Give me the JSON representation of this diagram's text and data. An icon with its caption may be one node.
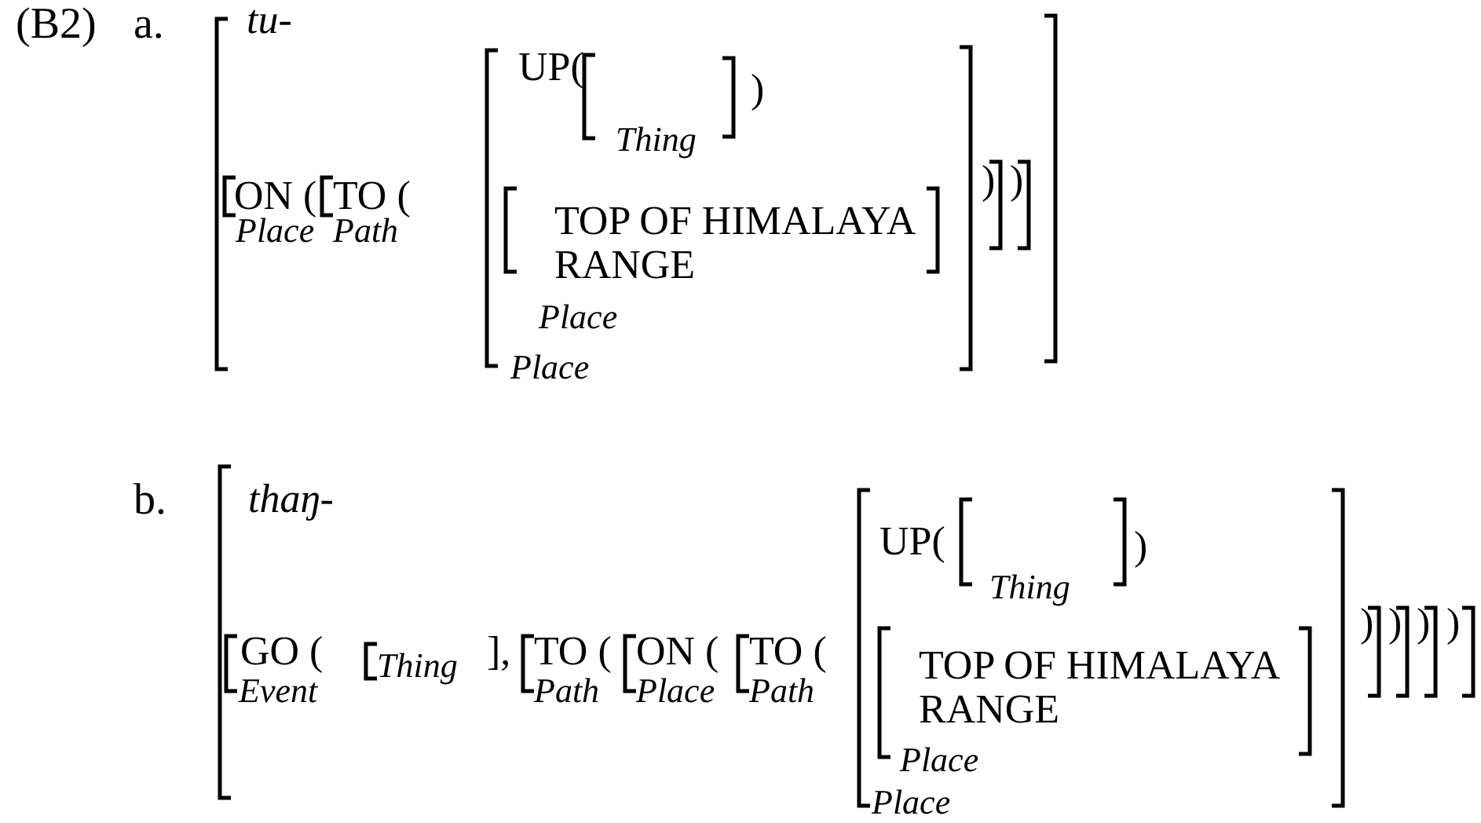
{
  "diagram": {
    "labels": [
      "(B2)",
      "a.",
      "tu-",
      "UP(",
      "Thing",
      ")",
      "ON (",
      "Place",
      "TO (",
      "Path",
      "TOP OF HIMALAYA RANGE",
      "Place",
      ")",
      ")",
      "Place",
      "b.",
      "thaŋ-",
      "UP(",
      "Thing",
      ")",
      "GO (",
      "Event",
      "Thing",
      "],",
      "TO (",
      "Path",
      "ON (",
      "Place",
      "TO (",
      "Path",
      "TOP OF HIMALAYA RANGE",
      "Place",
      "Place",
      ")",
      ")",
      ")",
      ")"
    ]
  }
}
